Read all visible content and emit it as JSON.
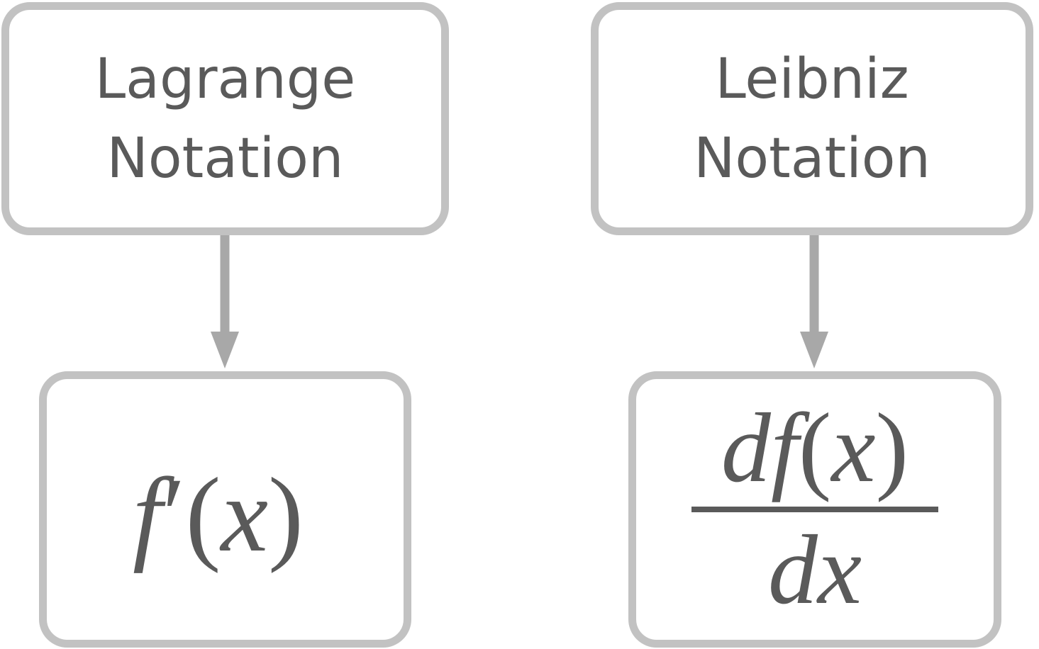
{
  "diagram": {
    "nodes": [
      {
        "id": "lagrange",
        "lines": [
          "Lagrange",
          "Notation"
        ]
      },
      {
        "id": "leibniz",
        "lines": [
          "Leibniz",
          "Notation"
        ]
      }
    ],
    "formulas": {
      "lagrange": {
        "func": "f",
        "prime": "′",
        "open": "(",
        "var": "x",
        "close": ")"
      },
      "leibniz": {
        "numerator": {
          "d": "d",
          "func": "f",
          "open": "(",
          "var": "x",
          "close": ")"
        },
        "denominator": "dx"
      }
    },
    "edges": [
      {
        "from": "lagrange",
        "to": "lagrange-formula"
      },
      {
        "from": "leibniz",
        "to": "leibniz-formula"
      }
    ],
    "colors": {
      "box_border": "#c2c2c2",
      "arrow": "#a8a8a8",
      "text": "#5a5a5a"
    }
  }
}
